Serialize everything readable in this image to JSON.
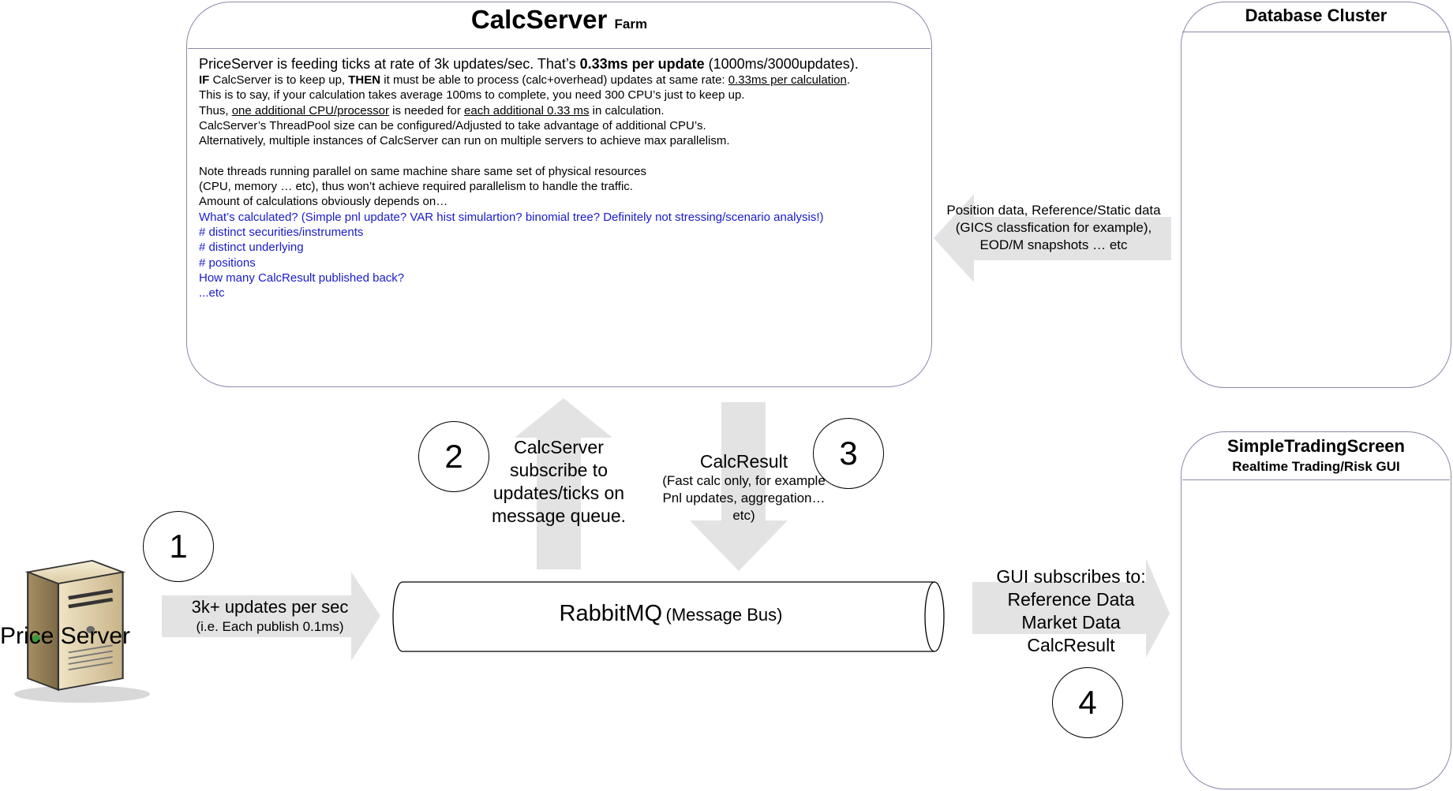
{
  "calcserver": {
    "title": "CalcServer",
    "title_suffix": "Farm",
    "notes": {
      "l1_a": "PriceServer is feeding ticks at rate of 3k updates/sec. That’s ",
      "l1_b": "0.33ms per update",
      "l1_c": " (1000ms/3000updates).",
      "l2_a": "IF",
      "l2_b": " CalcServer is to keep up, ",
      "l2_c": "THEN",
      "l2_d": " it must be able to process (calc+overhead) updates at same rate: ",
      "l2_e": "0.33ms per calculation",
      "l2_f": ".",
      "l3": "This is to say, if your calculation takes average 100ms to complete, you need 300 CPU’s just to keep up.",
      "l4_a": "Thus, ",
      "l4_b": "one additional CPU/processor",
      "l4_c": " is needed for ",
      "l4_d": "each additional 0.33 ms",
      "l4_e": " in calculation.",
      "l5": "CalcServer’s ThreadPool size can be configured/Adjusted to take advantage of additional CPU’s.",
      "l6": "Alternatively, multiple instances of CalcServer can run on multiple servers to achieve max parallelism.",
      "l7": "Note threads running parallel on same machine share same set of physical resources",
      "l8": "(CPU, memory … etc), thus won’t achieve required parallelism to handle the traffic.",
      "l9": "Amount of calculations obviously depends on…",
      "b1": "What’s calculated? (Simple pnl update? VAR hist simulartion? binomial tree? Definitely not stressing/scenario analysis!)",
      "b2": "# distinct securities/instruments",
      "b3": "# distinct underlying",
      "b4": "# positions",
      "b5": "How many CalcResult published back?",
      "b6": "...etc"
    }
  },
  "database": {
    "title": "Database Cluster",
    "arrow_text": "Position data, Reference/Static data (GICS classfication for example), EOD/M snapshots … etc"
  },
  "trading_screen": {
    "title": "SimpleTradingScreen",
    "subtitle": "Realtime Trading/Risk GUI"
  },
  "price_server": {
    "label": "Price Server"
  },
  "rabbitmq": {
    "label": "RabbitMQ",
    "suffix": "(Message Bus)"
  },
  "steps": {
    "s1": {
      "number": "1",
      "main": "3k+ updates per sec",
      "sub": "(i.e. Each publish 0.1ms)"
    },
    "s2": {
      "number": "2",
      "text": "CalcServer subscribe to updates/ticks on message queue."
    },
    "s3": {
      "number": "3",
      "main": "CalcResult",
      "sub": "(Fast calc only, for example Pnl updates, aggregation… etc)"
    },
    "s4": {
      "number": "4",
      "line1": "GUI subscribes to:",
      "line2": "Reference Data",
      "line3": "Market Data",
      "line4": "CalcResult"
    }
  }
}
